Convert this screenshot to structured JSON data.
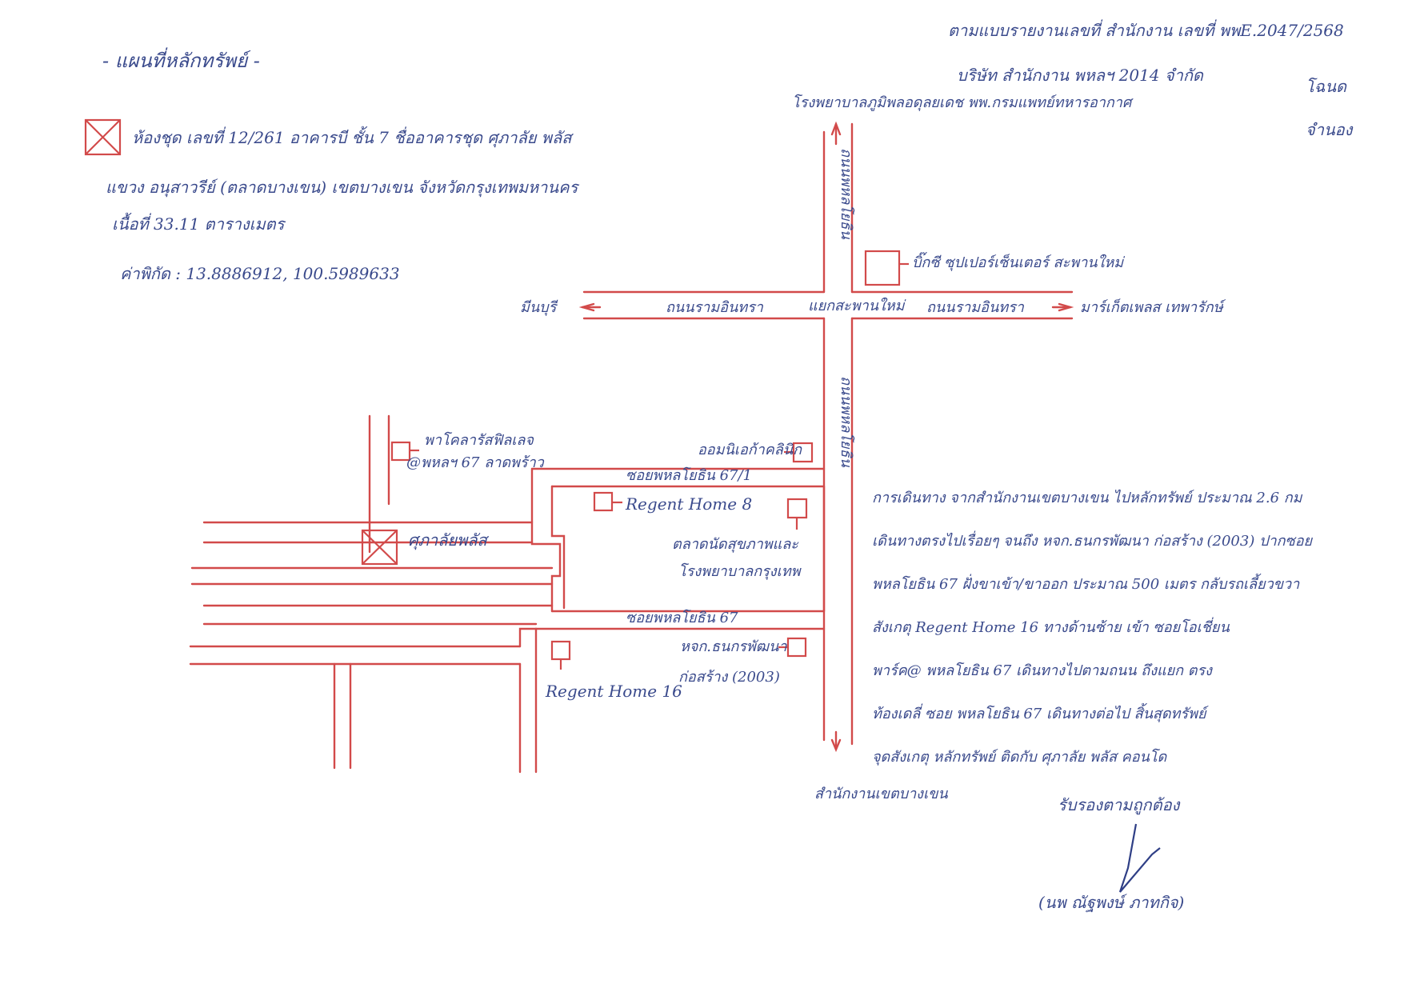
{
  "title": "- แผนที่หลักทรัพย์ -",
  "header": {
    "line1": "ตามแบบรายงานเลขที่ สำนักงาน เลขที่ พพE.2047/2568",
    "line2": "บริษัท สำนักงาน พหลฯ 2014 จำกัด",
    "right_top": "โฉนด",
    "right_bottom": "จำนอง"
  },
  "property": {
    "line1": "ห้องชุด เลขที่ 12/261 อาคารบี ชั้น 7 ชื่ออาคารชุด ศุภาลัย พลัส",
    "line2": "แขวง อนุสาวรีย์ (ตลาดบางเขน) เขตบางเขน จังหวัดกรุงเทพมหานคร",
    "line3": "เนื้อที่ 33.11 ตารางเมตร",
    "coords": "ค่าพิกัด : 13.8886912, 100.5989633"
  },
  "map_labels": {
    "top_road_end": "โรงพยาบาลภูมิพลอดุลยเดช พพ.กรมแพทย์ทหารอากาศ",
    "road_north": "ถนนพหลโยธิน",
    "road_south": "ถนนพหลโยธิน",
    "west_end": "มีนบุรี",
    "road_west": "ถนนรามอินทรา",
    "intersection": "แยกสะพานใหม่",
    "road_east": "ถนนรามอินทรา",
    "east_end": "มาร์เก็ตเพลส เทพารักษ์",
    "bigc": "บิ๊กซี ซุปเปอร์เซ็นเตอร์ สะพานใหม่",
    "golden_place": "พาโคลารัสฟิลเลจ",
    "golden_place2": "@พหลฯ 67 ลาดพร้าว",
    "condo": "ศุภาลัยพลัส",
    "soi_67_1": "ซอยพหลโยธิน 67/1",
    "soi_67": "ซอยพหลโยธิน 67",
    "regent8": "Regent Home 8",
    "clinic": "ออมนิเอก้าคลินิก",
    "hospital1": "ตลาดนัดสุขภาพและ",
    "hospital2": "โรงพยาบาลกรุงเทพ",
    "bank1": "หจก.ธนกรพัฒนา",
    "bank2": "ก่อสร้าง (2003)",
    "regent16": "Regent Home 16",
    "south_end": "สำนักงานเขตบางเขน"
  },
  "route": {
    "lines": [
      "การเดินทาง จากสำนักงานเขตบางเขน ไปหลักทรัพย์ ประมาณ 2.6 กม",
      "เดินทางตรงไปเรื่อยๆ จนถึง หจก.ธนกรพัฒนา ก่อสร้าง (2003) ปากซอย",
      "พหลโยธิน 67 ฝั่งขาเข้า/ขาออก ประมาณ 500 เมตร กลับรถเลี้ยวขวา",
      "สังเกตุ Regent Home 16 ทางด้านซ้าย เข้า ซอยโอเชี่ยน",
      "พาร์ค@ พหลโยธิน 67 เดินทางไปตามถนน ถึงแยก ตรง",
      "ท้องเดลี่ ซอย พหลโยธิน 67 เดินทางต่อไป สิ้นสุดทรัพย์",
      "จุดสังเกตุ หลักทรัพย์ ติดกับ ศุภาลัย พลัส คอนโด"
    ]
  },
  "signature": {
    "certify": "รับรองตามถูกต้อง",
    "name": "(นพ ณัฐพงษ์ ภาทกิจ)"
  },
  "colors": {
    "ink": "#3a4a8c",
    "road": "#d24a4a"
  }
}
